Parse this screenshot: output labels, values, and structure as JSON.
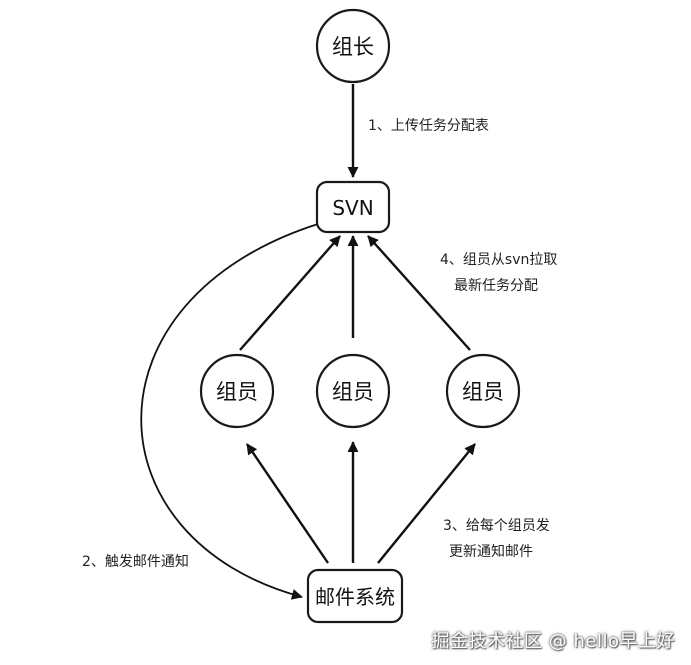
{
  "nodes": {
    "leader": "组长",
    "svn": "SVN",
    "member_left": "组员",
    "member_center": "组员",
    "member_right": "组员",
    "mail": "邮件系统"
  },
  "edges": {
    "step1": "1、上传任务分配表",
    "step2": "2、触发邮件通知",
    "step3_line1": "3、给每个组员发",
    "step3_line2": "更新通知邮件",
    "step4_line1": "4、组员从svn拉取",
    "step4_line2": "最新任务分配"
  },
  "watermark": "掘金技术社区 @ hello早上好"
}
